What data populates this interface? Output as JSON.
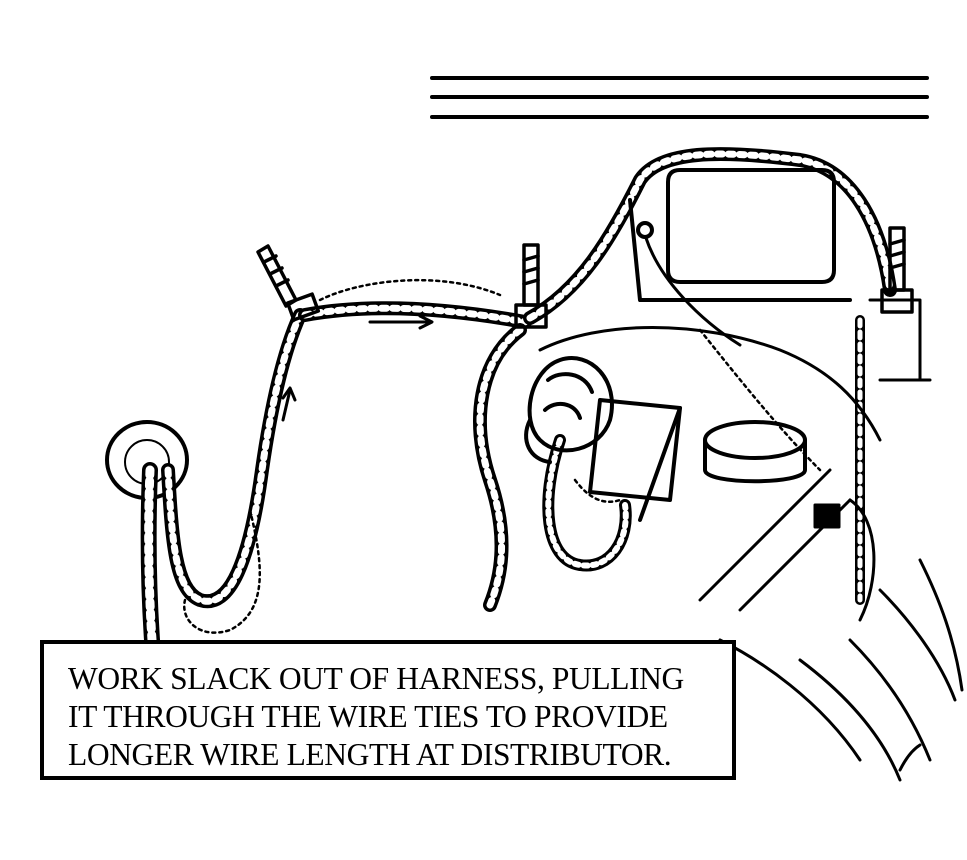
{
  "caption": {
    "lines": [
      "WORK SLACK OUT OF HARNESS, PULLING",
      "IT THROUGH THE WIRE TIES TO PROVIDE",
      "LONGER WIRE LENGTH AT DISTRIBUTOR."
    ]
  },
  "colors": {
    "ink": "#000000",
    "paper": "#ffffff"
  }
}
